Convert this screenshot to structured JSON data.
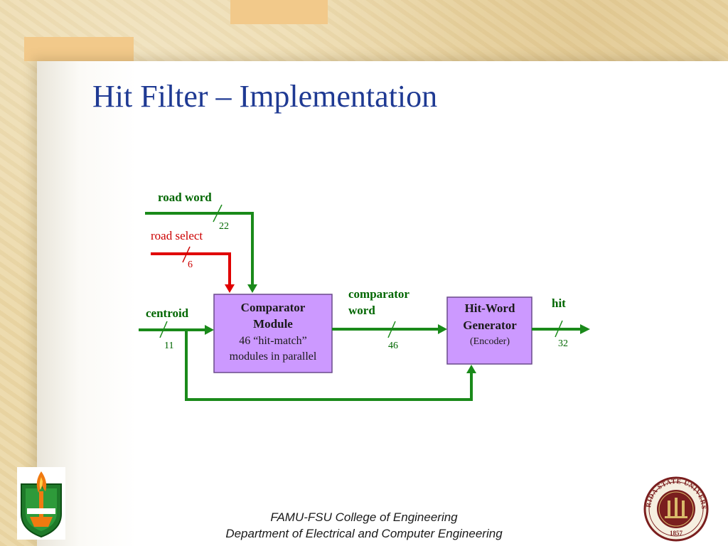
{
  "slide": {
    "title": "Hit Filter – Implementation"
  },
  "diagram": {
    "inputs": {
      "road_word": {
        "label": "road word",
        "width": "22"
      },
      "road_select": {
        "label": "road select",
        "width": "6"
      },
      "centroid": {
        "label": "centroid",
        "width": "11"
      }
    },
    "comparator": {
      "line1": "Comparator",
      "line2": "Module",
      "line3": "46 “hit-match”",
      "line4": "modules in parallel"
    },
    "comparator_word": {
      "line1": "comparator",
      "line2": "word",
      "width": "46"
    },
    "hit_word": {
      "line1": "Hit-Word",
      "line2": "Generator",
      "line3": "(Encoder)"
    },
    "output": {
      "label": "hit",
      "width": "32"
    }
  },
  "footer": {
    "line1": "FAMU-FSU College of Engineering",
    "line2": "Department of Electrical and Computer Engineering"
  },
  "seal": {
    "text": "FLORIDA STATE UNIVERSITY",
    "year": "1857"
  },
  "colors": {
    "title": "#1f3a93",
    "wire_green": "#1a8a1a",
    "wire_red": "#e00000",
    "block_fill": "#cc99ff",
    "label_green": "#006600",
    "label_red": "#cc0000",
    "seal_red": "#7a1e1e"
  }
}
